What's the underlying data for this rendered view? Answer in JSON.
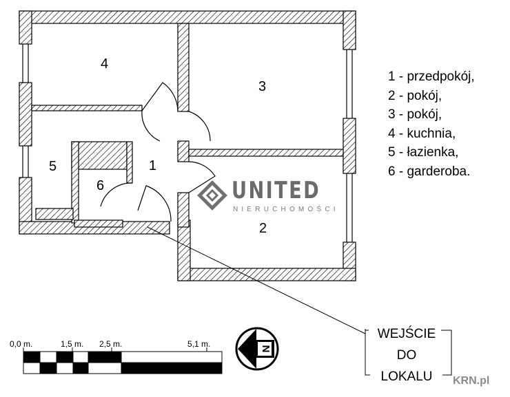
{
  "rooms": [
    "1",
    "2",
    "3",
    "4",
    "5",
    "6"
  ],
  "legend": [
    "1 - przedpokój,",
    "2 - pokój,",
    "3 - pokój,",
    "4 - kuchnia,",
    "5 - łazienka,",
    "6 - garderoba."
  ],
  "entry": {
    "line1": "WEJŚCIE",
    "line2": "DO",
    "line3": "LOKALU"
  },
  "scale": {
    "l0": "0,0 m.",
    "l1": "1,5 m.",
    "l2": "2,5 m.",
    "l3": "5,1 m."
  },
  "compass": {
    "letter": "N"
  },
  "watermark": {
    "brand": "UNITED",
    "sub": "NIERUCHOMOŚCI"
  },
  "source": {
    "label": "KRN.pl"
  },
  "colors": {
    "ink": "#000000",
    "hatch": "#000000",
    "watermark": "#6b6b6b"
  }
}
